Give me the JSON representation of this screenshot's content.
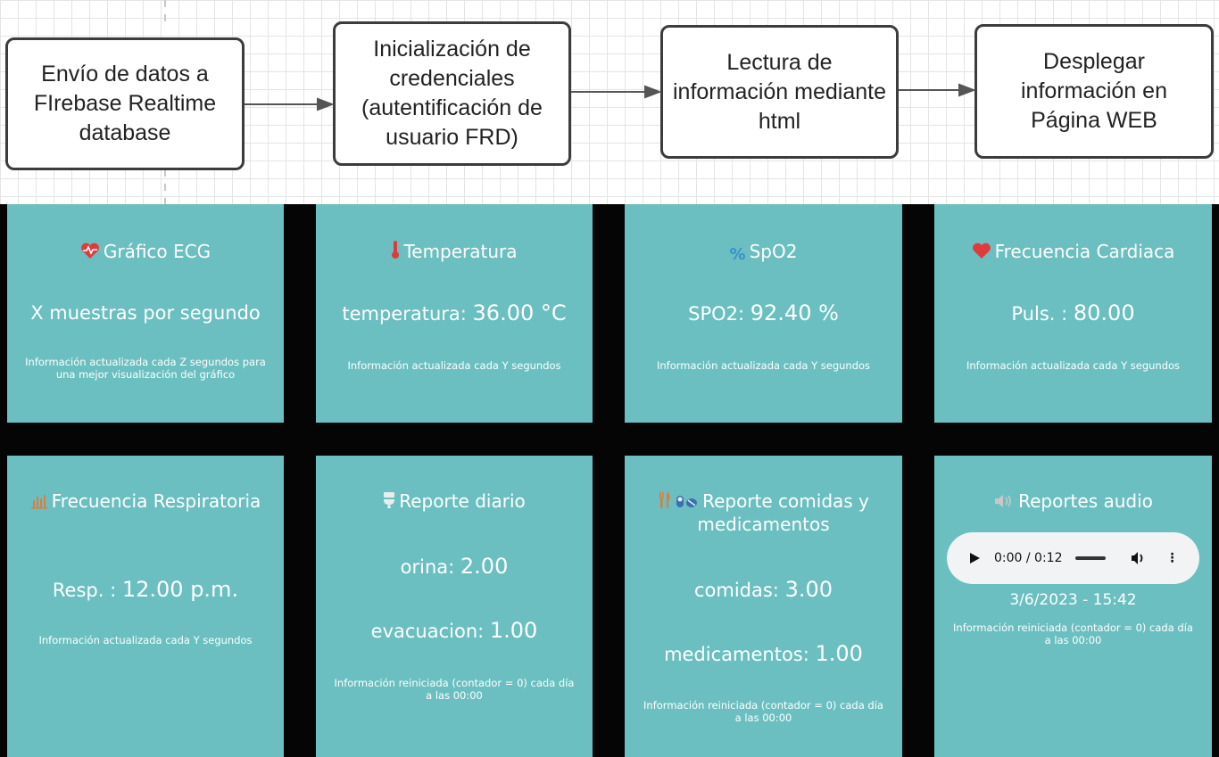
{
  "flowchart": {
    "steps": [
      "Envío de datos a FIrebase Realtime database",
      "Inicialización de credenciales (autentificación de usuario FRD)",
      "Lectura de información mediante html",
      "Desplegar información en Página WEB"
    ]
  },
  "cards": {
    "ecg": {
      "icon": "heartbeat-icon",
      "title": "Gráfico ECG",
      "value": "X muestras por segundo",
      "note": "Información actualizada cada Z segundos para una mejor visualización del gráfico"
    },
    "temp": {
      "icon": "thermometer-icon",
      "title": "Temperatura",
      "label": "temperatura: ",
      "value": "36.00 °C",
      "note": "Información actualizada cada Y segundos"
    },
    "spo2": {
      "icon": "percent-icon",
      "title": "SpO2",
      "label": "SPO2: ",
      "value": "92.40 %",
      "note": "Información actualizada cada Y segundos"
    },
    "heart": {
      "icon": "heart-icon",
      "title": "Frecuencia Cardiaca",
      "label": "Puls. : ",
      "value": "80.00",
      "note": "Información actualizada cada Y segundos"
    },
    "resp": {
      "icon": "bar-chart-icon",
      "title": "Frecuencia Respiratoria",
      "label": "Resp. : ",
      "value": "12.00 p.m.",
      "note": "Información actualizada cada Y segundos"
    },
    "daily": {
      "icon": "toilet-icon",
      "title": "Reporte diario",
      "label1": "orina: ",
      "value1": "2.00",
      "label2": "evacuacion: ",
      "value2": "1.00",
      "note": "Información reiniciada (contador = 0) cada día a las 00:00"
    },
    "meals": {
      "icon": "utensils-pills-icon",
      "title": "Reporte comidas y medicamentos",
      "label1": "comidas: ",
      "value1": "3.00",
      "label2": "medicamentos: ",
      "value2": "1.00",
      "note": "Información reiniciada (contador = 0) cada día a las 00:00"
    },
    "audio": {
      "icon": "speaker-icon",
      "title": "Reportes audio",
      "time": "0:00 / 0:12",
      "date": "3/6/2023 - 15:42",
      "note": "Información reiniciada (contador = 0) cada día a las 00:00"
    }
  },
  "colors": {
    "card_bg": "#6bbfc0",
    "dashboard_bg": "#050505",
    "heart_red": "#e03b3b",
    "icon_orange": "#e07b39",
    "icon_blue": "#3a6fb0"
  }
}
